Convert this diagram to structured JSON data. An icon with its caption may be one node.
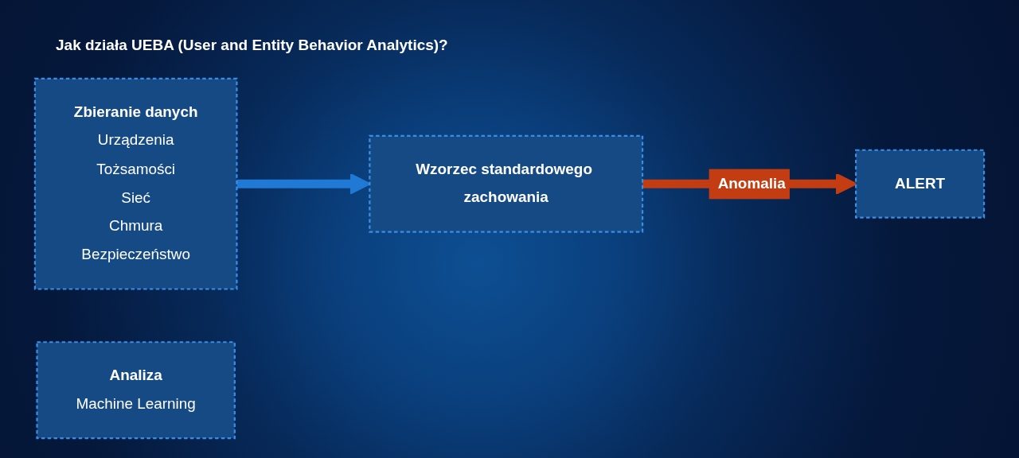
{
  "diagram": {
    "title": "Jak działa UEBA (User and Entity Behavior Analytics)?",
    "nodes": [
      {
        "text": [
          "Zbieranie danych",
          "Urządzenia",
          "Tożsamości",
          "Sieć",
          "Chmura",
          "Bezpieczeństwo"
        ]
      },
      {
        "text": [
          "Analiza",
          "Machine Learning"
        ]
      },
      {
        "text": [
          "Wzorzec standardowego zachowania"
        ]
      },
      {
        "text": [
          "ALERT"
        ]
      }
    ],
    "edges": [
      {
        "from": 0,
        "to": 2,
        "arrow": "to",
        "color": "#2079d4"
      },
      {
        "from": 2,
        "to": 3,
        "arrow": "to",
        "label": "Anomalia",
        "color": "#c33c12"
      }
    ]
  }
}
